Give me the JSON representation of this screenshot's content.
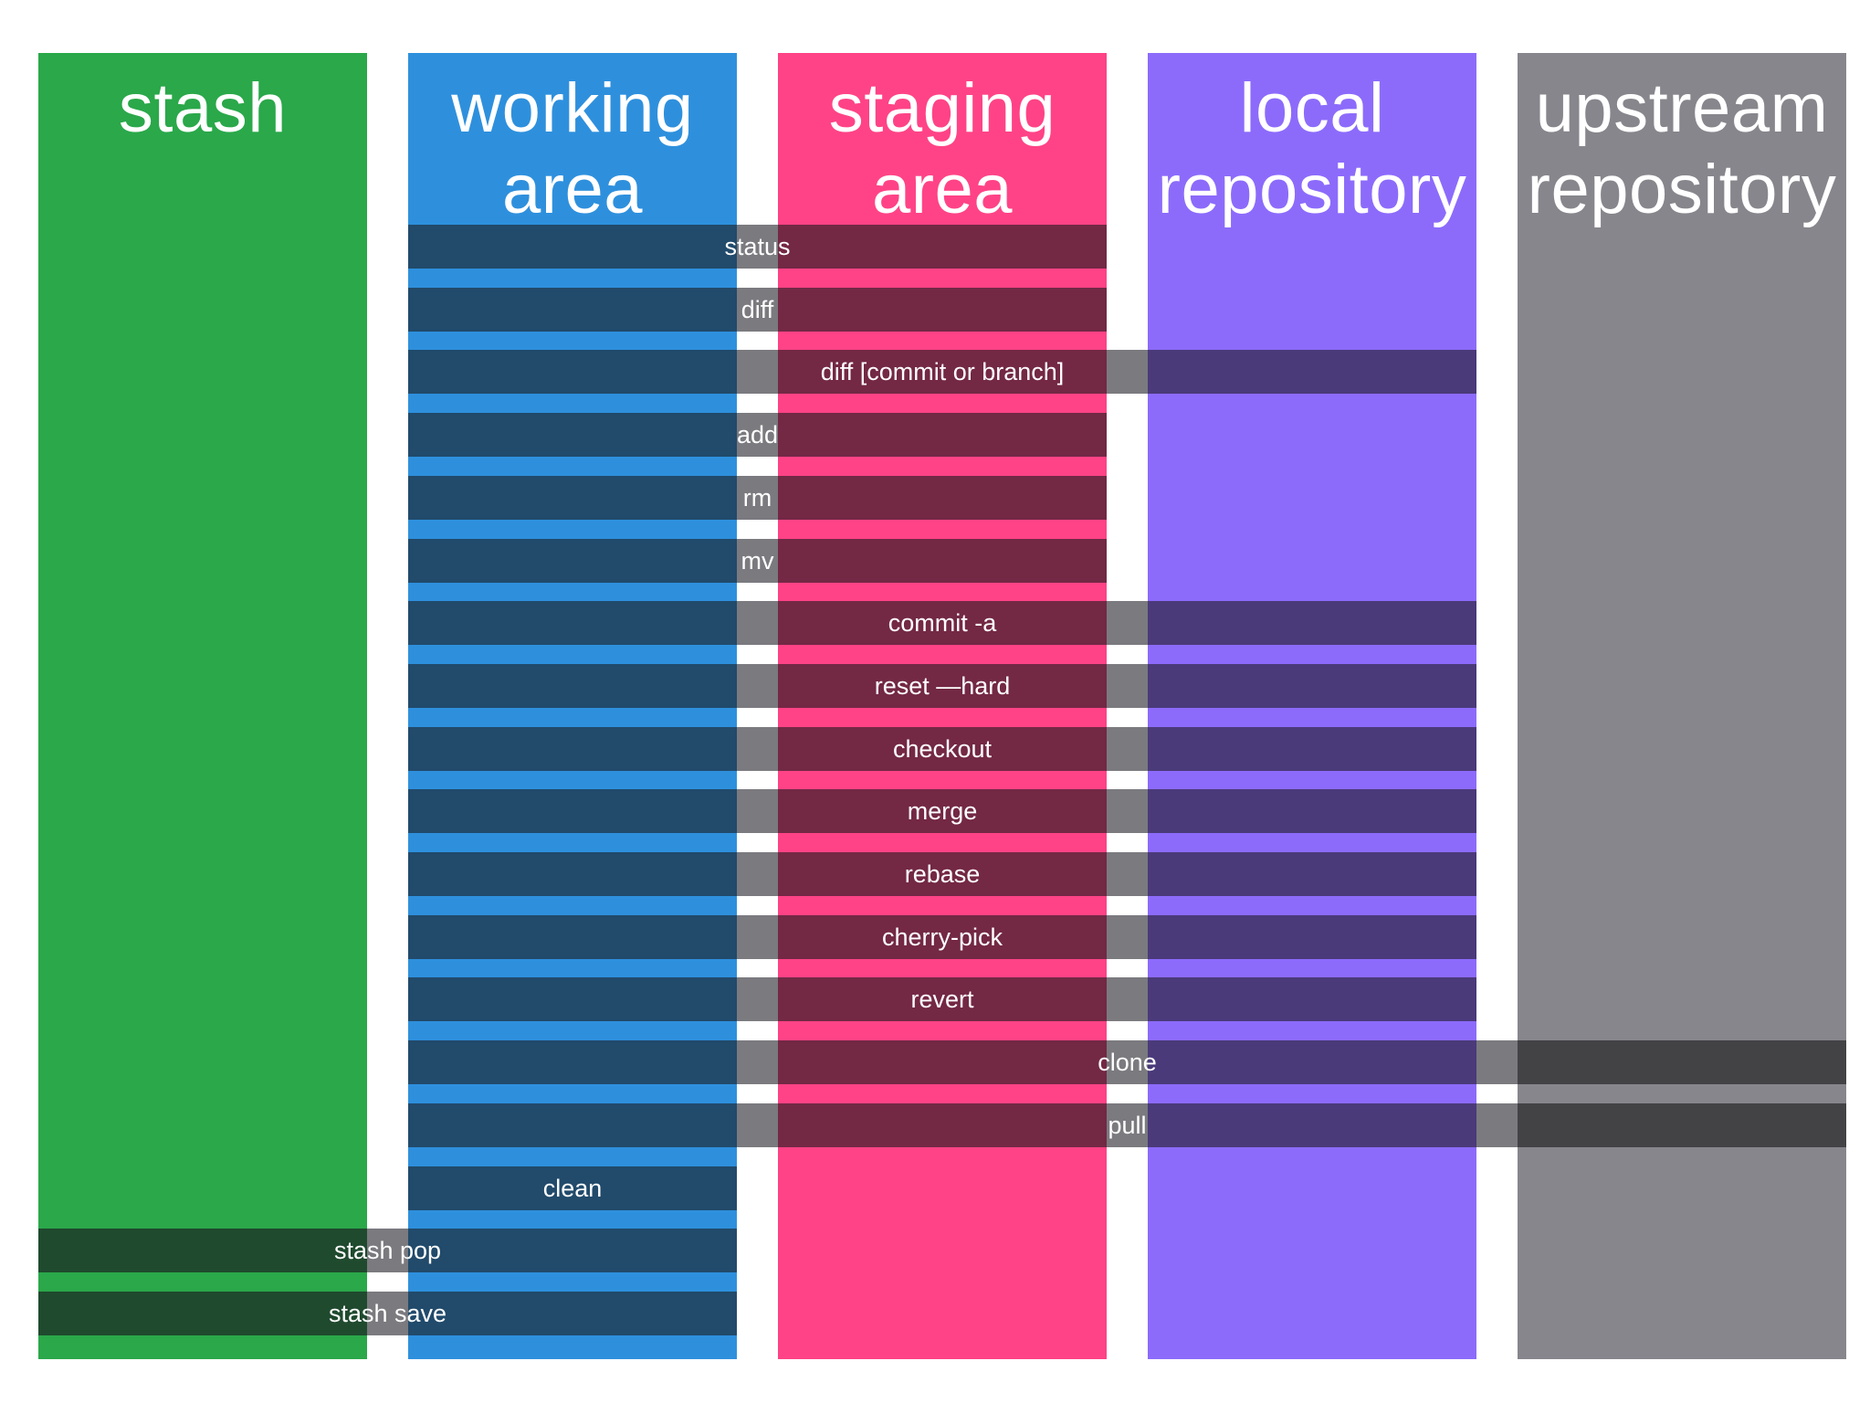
{
  "columns": [
    {
      "id": "stash",
      "title_lines": [
        "stash"
      ],
      "color": "#2aa84a",
      "overlay_color": "#1f4a2e"
    },
    {
      "id": "working-area",
      "title_lines": [
        "working",
        "area"
      ],
      "color": "#2e90dd",
      "overlay_color": "#214a6b"
    },
    {
      "id": "staging-area",
      "title_lines": [
        "staging",
        "area"
      ],
      "color": "#ff4386",
      "overlay_color": "#732844"
    },
    {
      "id": "local-repository",
      "title_lines": [
        "local",
        "repository"
      ],
      "color": "#8c6bfb",
      "overlay_color": "#4a3a7a"
    },
    {
      "id": "upstream-repository",
      "title_lines": [
        "upstream",
        "repository"
      ],
      "color": "#86868c",
      "overlay_color": "#434346"
    }
  ],
  "gap_color": "#7a7a7f",
  "commands": [
    {
      "label": "status",
      "from": "working-area",
      "to": "staging-area"
    },
    {
      "label": "diff",
      "from": "working-area",
      "to": "staging-area"
    },
    {
      "label": "diff [commit or branch]",
      "from": "working-area",
      "to": "local-repository"
    },
    {
      "label": "add",
      "from": "working-area",
      "to": "staging-area"
    },
    {
      "label": "rm",
      "from": "working-area",
      "to": "staging-area"
    },
    {
      "label": "mv",
      "from": "working-area",
      "to": "staging-area"
    },
    {
      "label": "commit -a",
      "from": "working-area",
      "to": "local-repository"
    },
    {
      "label": "reset —hard",
      "from": "working-area",
      "to": "local-repository"
    },
    {
      "label": "checkout",
      "from": "working-area",
      "to": "local-repository"
    },
    {
      "label": "merge",
      "from": "working-area",
      "to": "local-repository"
    },
    {
      "label": "rebase",
      "from": "working-area",
      "to": "local-repository"
    },
    {
      "label": "cherry-pick",
      "from": "working-area",
      "to": "local-repository"
    },
    {
      "label": "revert",
      "from": "working-area",
      "to": "local-repository"
    },
    {
      "label": "clone",
      "from": "working-area",
      "to": "upstream-repository"
    },
    {
      "label": "pull",
      "from": "working-area",
      "to": "upstream-repository"
    },
    {
      "label": "clean",
      "from": "working-area",
      "to": "working-area"
    },
    {
      "label": "stash pop",
      "from": "stash",
      "to": "working-area"
    },
    {
      "label": "stash save",
      "from": "stash",
      "to": "working-area"
    }
  ]
}
